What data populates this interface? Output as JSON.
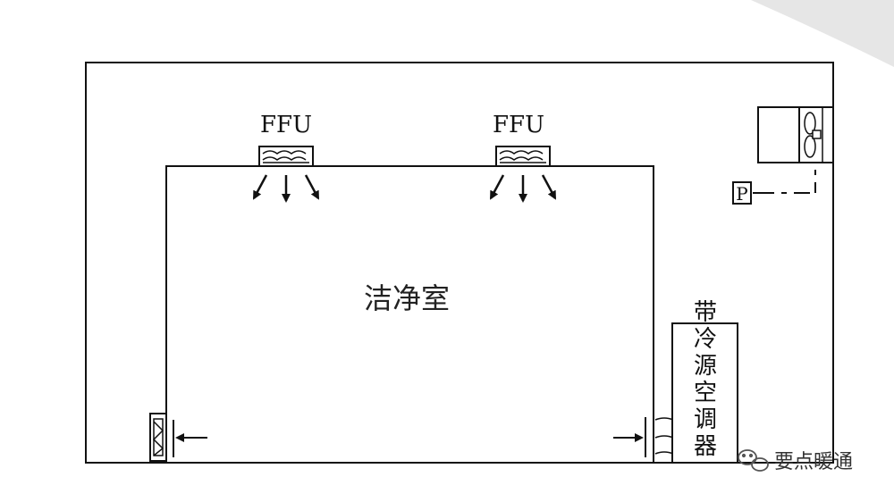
{
  "diagram": {
    "ffu_left_label": "FFU",
    "ffu_right_label": "FFU",
    "room_label": "洁净室",
    "pressure_label": "P",
    "ac_unit_chars": [
      "带",
      "冷",
      "源",
      "空",
      "调",
      "器"
    ],
    "watermark": "要点暖通"
  },
  "colors": {
    "line": "#111111",
    "background": "#ffffff",
    "corner_arc": "#e6e6e6"
  }
}
